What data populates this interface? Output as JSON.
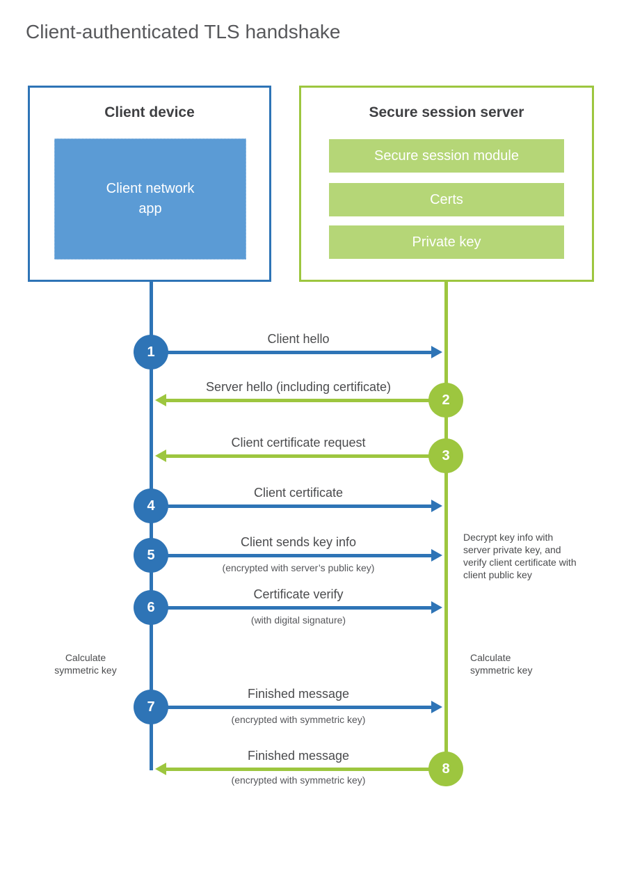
{
  "title": "Client-authenticated TLS handshake",
  "client": {
    "title": "Client device",
    "app_label": "Client network\napp"
  },
  "server": {
    "title": "Secure session server",
    "modules": [
      "Secure session module",
      "Certs",
      "Private key"
    ]
  },
  "steps": [
    {
      "num": "1",
      "side": "client",
      "direction": "right",
      "label": "Client hello",
      "sublabel": ""
    },
    {
      "num": "2",
      "side": "server",
      "direction": "left",
      "label": "Server hello (including certificate)",
      "sublabel": ""
    },
    {
      "num": "3",
      "side": "server",
      "direction": "left",
      "label": "Client certificate request",
      "sublabel": ""
    },
    {
      "num": "4",
      "side": "client",
      "direction": "right",
      "label": "Client certificate",
      "sublabel": ""
    },
    {
      "num": "5",
      "side": "client",
      "direction": "right",
      "label": "Client sends key info",
      "sublabel": "(encrypted with server’s public key)"
    },
    {
      "num": "6",
      "side": "client",
      "direction": "right",
      "label": "Certificate verify",
      "sublabel": "(with digital signature)"
    },
    {
      "num": "7",
      "side": "client",
      "direction": "right",
      "label": "Finished message",
      "sublabel": "(encrypted with symmetric key)"
    },
    {
      "num": "8",
      "side": "server",
      "direction": "left",
      "label": "Finished message",
      "sublabel": "(encrypted with symmetric key)"
    }
  ],
  "notes": {
    "decrypt": "Decrypt key info with server private key, and verify client certificate with client public key",
    "calc_left": "Calculate\nsymmetric key",
    "calc_right": "Calculate\nsymmetric key"
  },
  "colors": {
    "blue": "#2e74b6",
    "blue_fill": "#5b9bd5",
    "green": "#9dc63f",
    "green_fill": "#b5d677"
  }
}
